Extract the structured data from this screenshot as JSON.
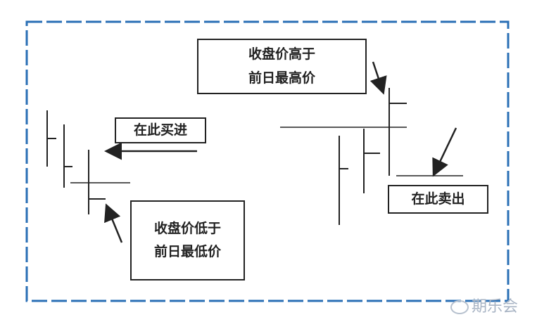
{
  "labels": {
    "buy_here": "在此买进",
    "close_below_line1": "收盘价低于",
    "close_below_line2": "前日最低价",
    "close_above_line1": "收盘价高于",
    "close_above_line2": "前日最高价",
    "sell_here": "在此卖出"
  },
  "watermark": "期乐会",
  "colors": {
    "frame": "#2a6fb5",
    "ink": "#222222"
  }
}
